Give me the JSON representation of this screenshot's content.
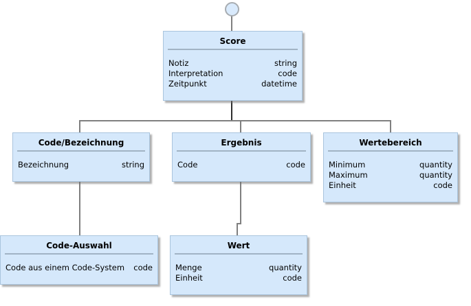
{
  "diagram": {
    "colors": {
      "background": "#ffffff",
      "box_fill": "#d5e8fb",
      "box_border": "#a9c4dd",
      "title_separator": "#a1b3c4",
      "connector": "#7f7f7f",
      "connector_dark": "#2d2d2d",
      "circle_fill": "#d9eafc",
      "circle_border": "#a7acb1",
      "text": "#000000"
    },
    "nodes": [
      {
        "id": "score",
        "title": "Score",
        "attributes": [
          {
            "name": "Notiz",
            "type": "string"
          },
          {
            "name": "Interpretation",
            "type": "code"
          },
          {
            "name": "Zeitpunkt",
            "type": "datetime"
          }
        ]
      },
      {
        "id": "code-bezeichnung",
        "title": "Code/Bezeichnung",
        "attributes": [
          {
            "name": "Bezeichnung",
            "type": "string"
          }
        ]
      },
      {
        "id": "ergebnis",
        "title": "Ergebnis",
        "attributes": [
          {
            "name": "Code",
            "type": "code"
          }
        ]
      },
      {
        "id": "wertebereich",
        "title": "Wertebereich",
        "attributes": [
          {
            "name": "Minimum",
            "type": "quantity"
          },
          {
            "name": "Maximum",
            "type": "quantity"
          },
          {
            "name": "Einheit",
            "type": "code"
          }
        ]
      },
      {
        "id": "code-auswahl",
        "title": "Code-Auswahl",
        "attributes": [
          {
            "name": "Code aus einem Code-System",
            "type": "code"
          }
        ]
      },
      {
        "id": "wert",
        "title": "Wert",
        "attributes": [
          {
            "name": "Menge",
            "type": "quantity"
          },
          {
            "name": "Einheit",
            "type": "code"
          }
        ]
      }
    ]
  }
}
